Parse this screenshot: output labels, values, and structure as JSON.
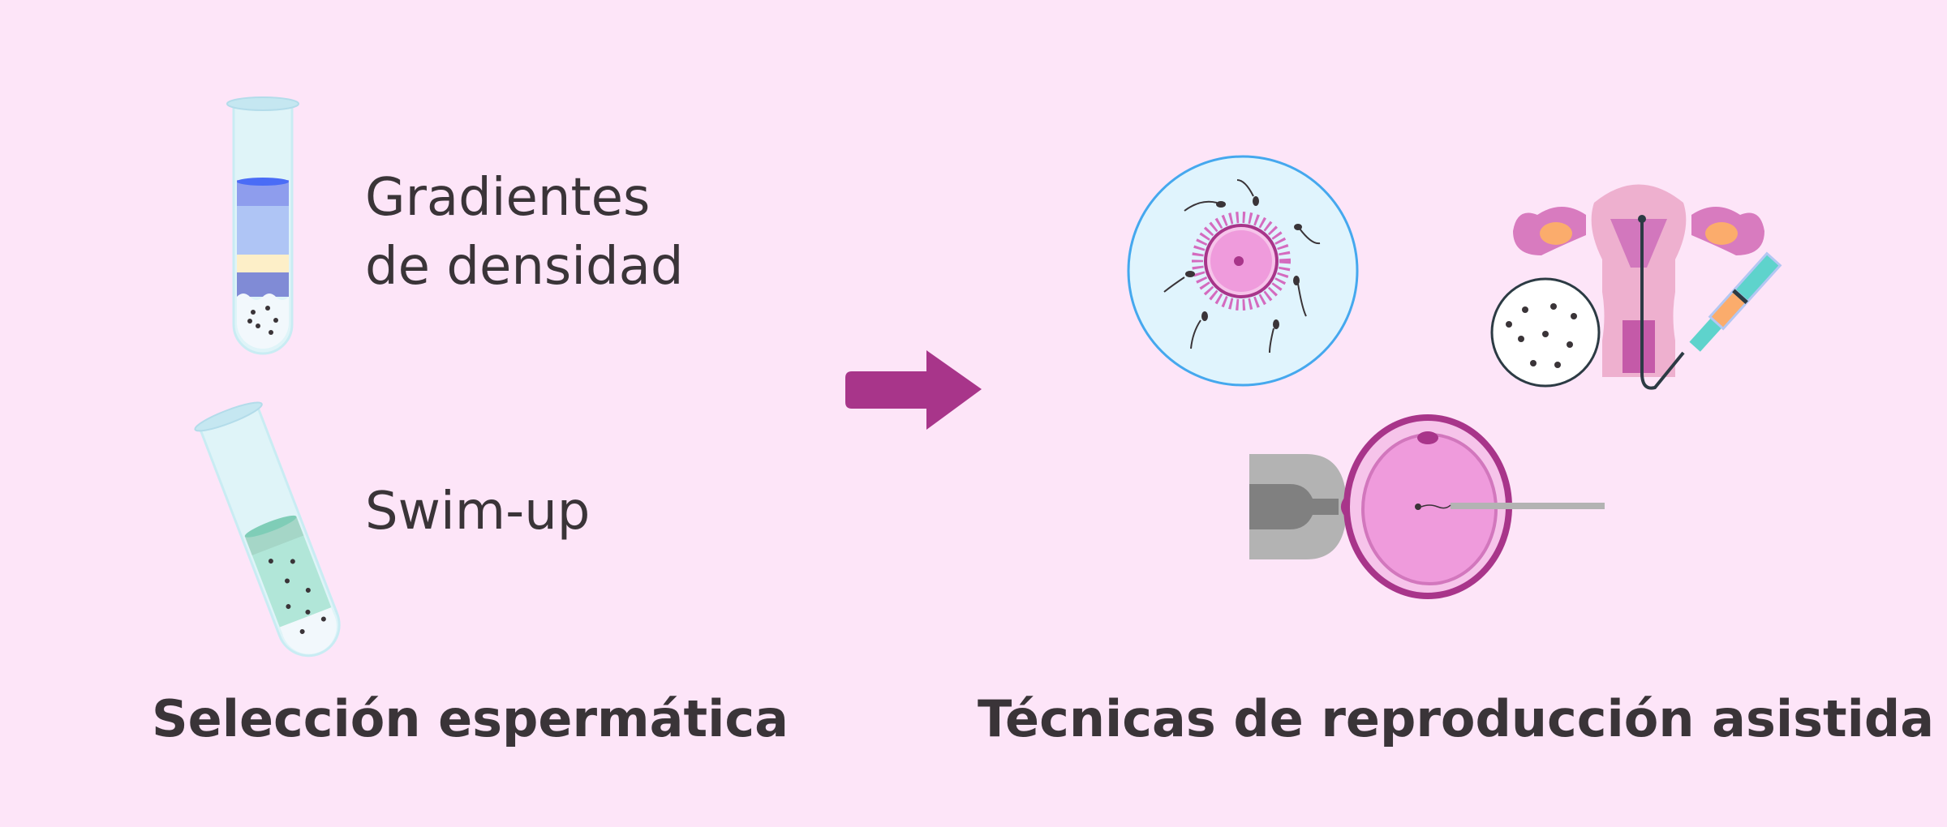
{
  "left": {
    "methods": [
      {
        "label_line1": "Gradientes",
        "label_line2": "de densidad"
      },
      {
        "label": "Swim-up"
      }
    ],
    "title": "Selección espermática"
  },
  "right": {
    "title": "Técnicas de reproducción asistida"
  },
  "colors": {
    "background": "#fde5f8",
    "arrow": "#a8358a",
    "text": "#3a3438",
    "egg_border": "#a8358a",
    "egg_fill": "#ef9bdc",
    "circle_border": "#45a8ee",
    "circle_fill": "#e0f4fd"
  }
}
